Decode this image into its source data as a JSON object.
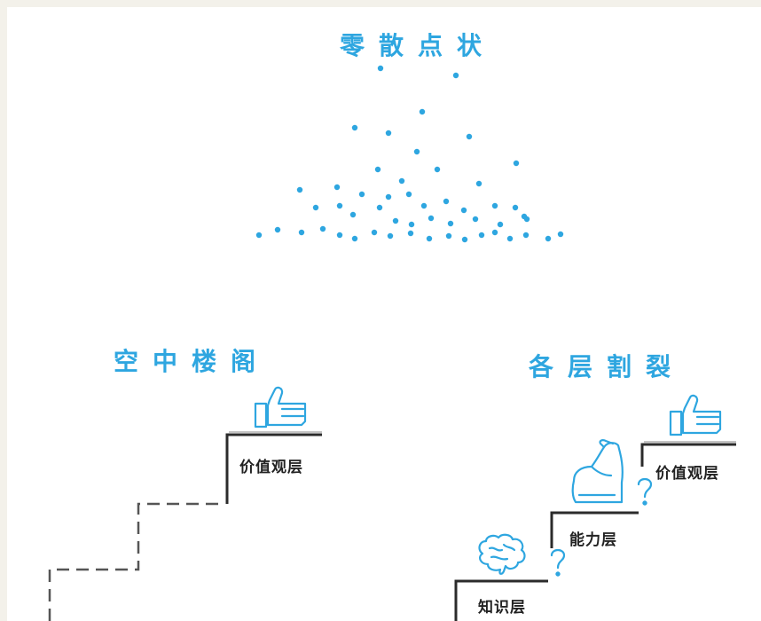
{
  "sections": {
    "scattered": {
      "title": "零散点状"
    },
    "castle": {
      "title": "空中楼阁",
      "top_label": "价值观层"
    },
    "split": {
      "title": "各层割裂",
      "values_label": "价值观层",
      "ability_label": "能力层",
      "knowledge_label": "知识层"
    }
  },
  "colors": {
    "accent": "#2ea6e0",
    "stair": "#2b2b2b",
    "dashed": "#555555",
    "background": "#ffffff",
    "frame": "#f3f1ea"
  },
  "icons": {
    "thumbs_up": "thumbs-up-icon",
    "flexed_arm": "flexed-arm-icon",
    "brain": "brain-icon",
    "question": "question-mark-icon"
  }
}
